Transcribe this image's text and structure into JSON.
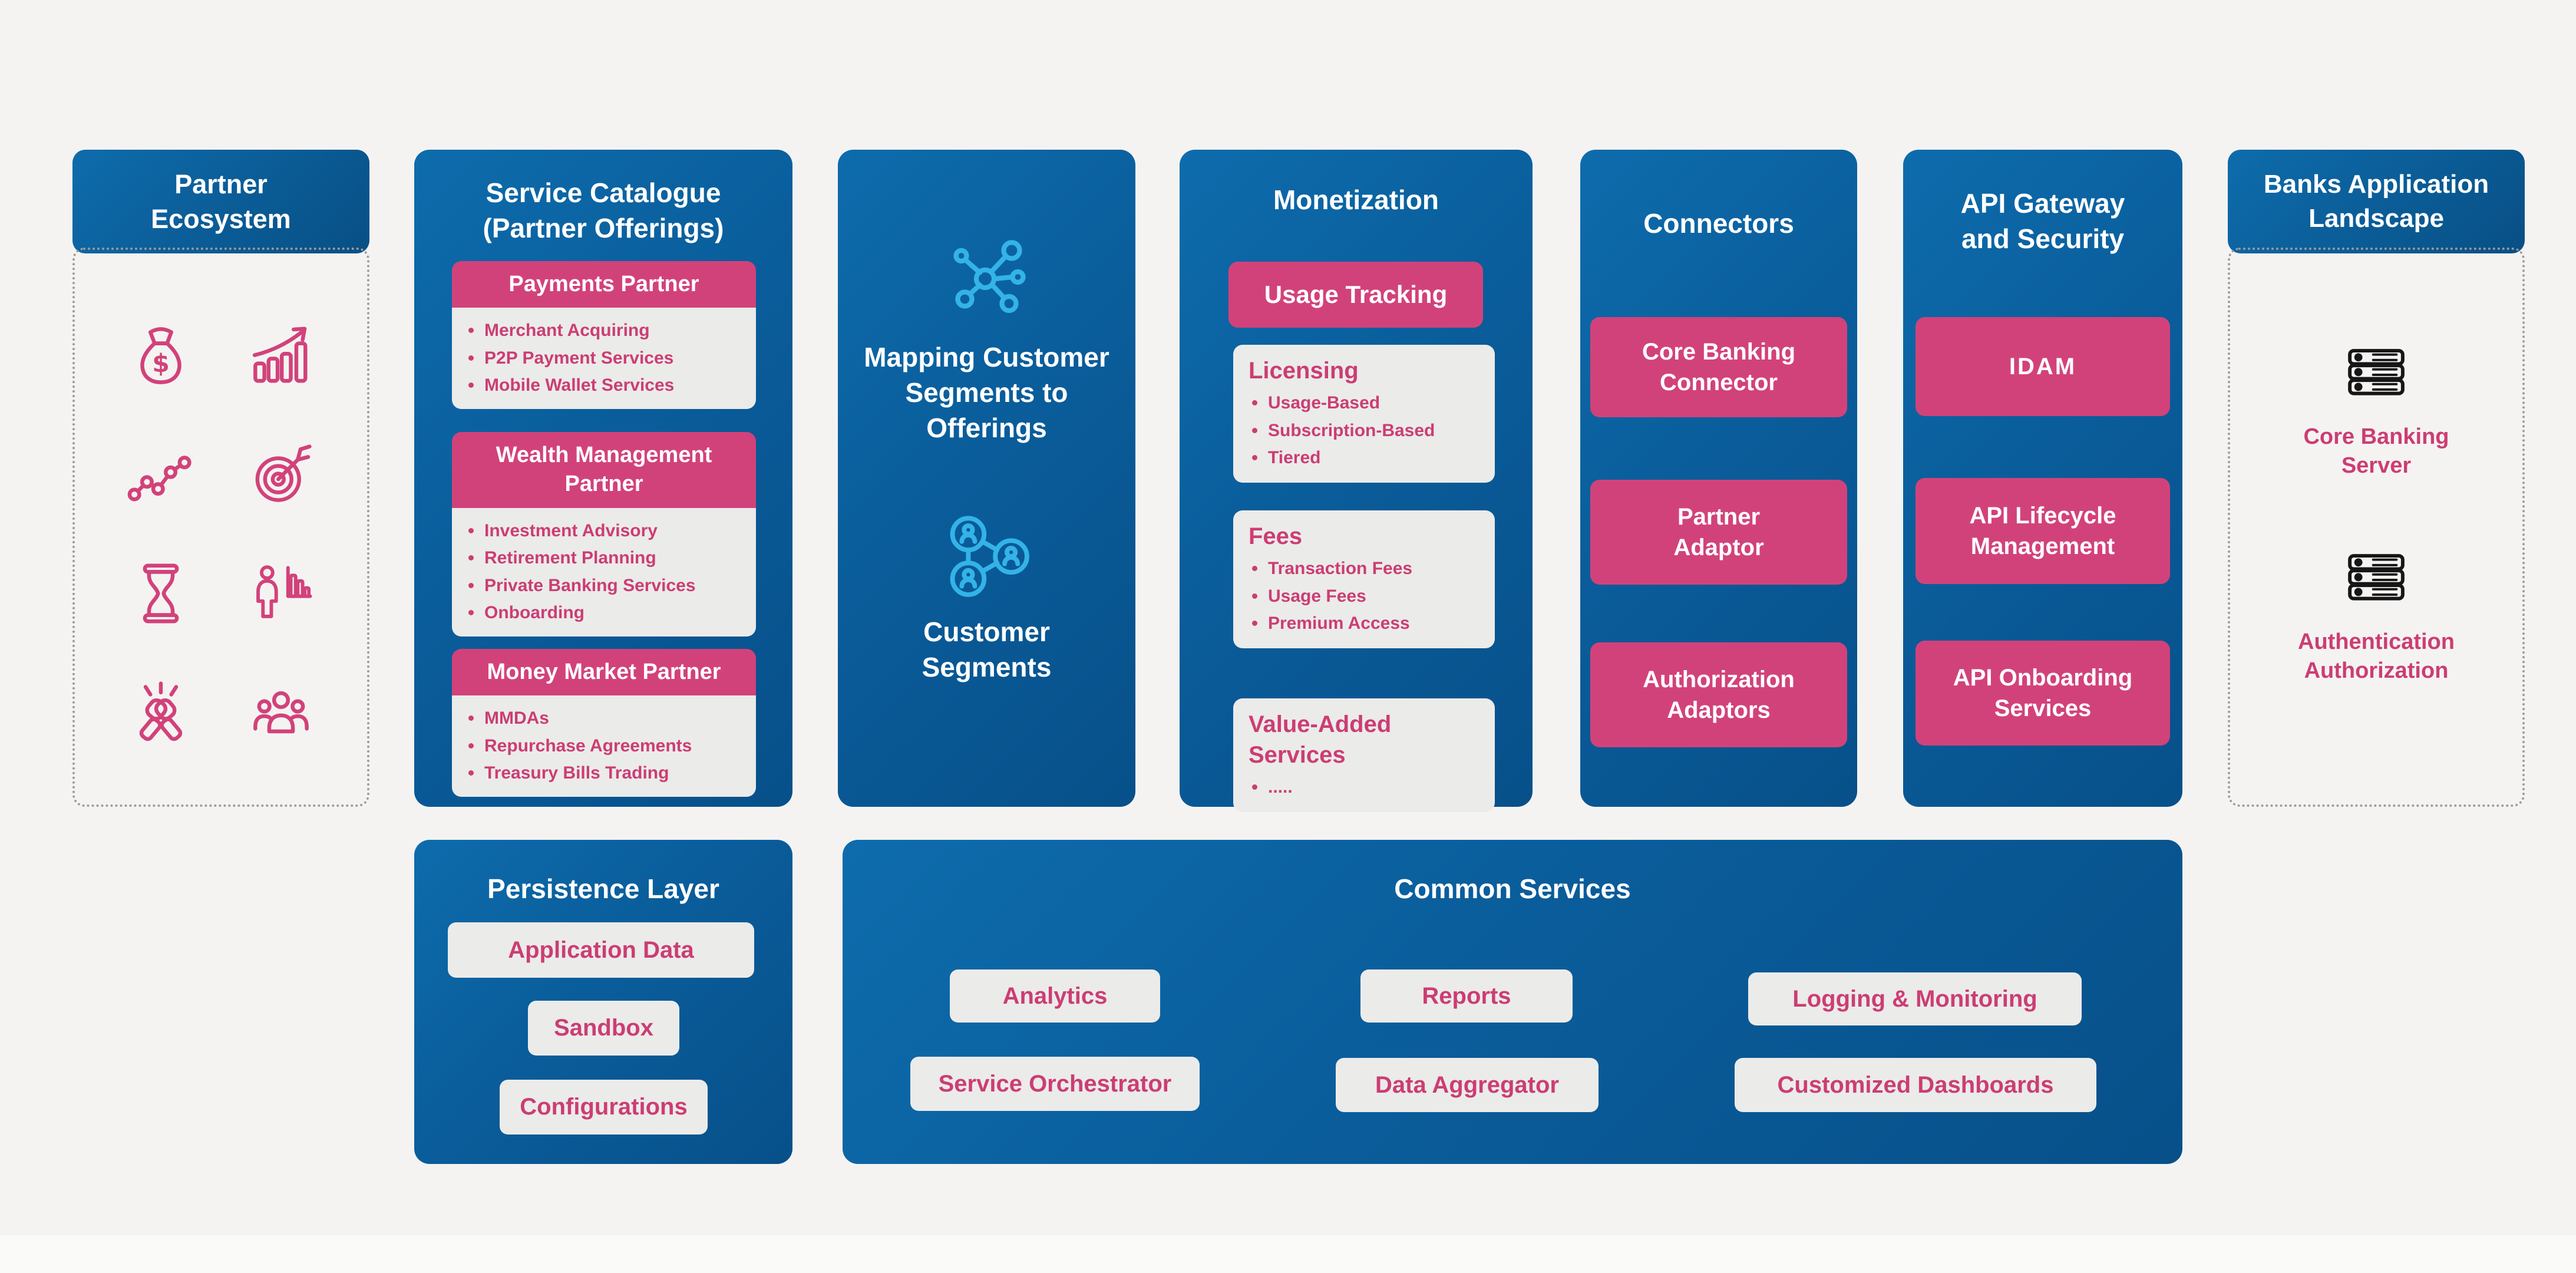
{
  "colors": {
    "panel_blue_start": "#0e6cac",
    "panel_blue_end": "#07508a",
    "pink_box": "#d2427a",
    "pink_text": "#cc3d73",
    "light_box": "#ebebea",
    "background": "#f4f3f2",
    "cyan_icon": "#33b3e8",
    "server_icon": "#161616",
    "dotted_border": "#9b9b9b"
  },
  "partner_ecosystem": {
    "title": "Partner Ecosystem",
    "icons": [
      "money-bag-icon",
      "growth-chart-icon",
      "trend-line-icon",
      "target-icon",
      "hourglass-icon",
      "presenter-chart-icon",
      "handshake-icon",
      "people-group-icon"
    ]
  },
  "service_catalogue": {
    "title": "Service Catalogue (Partner Offerings)",
    "groups": [
      {
        "header": "Payments Partner",
        "items": [
          "Merchant Acquiring",
          "P2P Payment Services",
          "Mobile Wallet Services"
        ]
      },
      {
        "header": "Wealth Management Partner",
        "items": [
          "Investment Advisory",
          "Retirement Planning",
          "Private Banking Services",
          "Onboarding"
        ]
      },
      {
        "header": "Money Market Partner",
        "items": [
          "MMDAs",
          "Repurchase Agreements",
          "Treasury Bills Trading"
        ]
      }
    ]
  },
  "mapping": {
    "icon_top": "network-icon",
    "title": "Mapping Customer Segments to Offerings",
    "icon_bottom": "customer-segments-icon",
    "subtitle": "Customer Segments"
  },
  "monetization": {
    "title": "Monetization",
    "highlight": "Usage Tracking",
    "cards": [
      {
        "header": "Licensing",
        "items": [
          "Usage-Based",
          "Subscription-Based",
          "Tiered"
        ]
      },
      {
        "header": "Fees",
        "items": [
          "Transaction Fees",
          "Usage Fees",
          "Premium Access"
        ]
      },
      {
        "header": "Value-Added Services",
        "items": [
          "....."
        ]
      }
    ]
  },
  "connectors": {
    "title": "Connectors",
    "boxes": [
      "Core Banking Connector",
      "Partner Adaptor",
      "Authorization Adaptors"
    ]
  },
  "api_gateway": {
    "title": "API Gateway and Security",
    "boxes": [
      "IDAM",
      "API Lifecycle Management",
      "API Onboarding Services"
    ]
  },
  "banks": {
    "title": "Banks Application Landscape",
    "servers": [
      {
        "icon": "server-icon",
        "label": "Core Banking Server"
      },
      {
        "icon": "server-icon",
        "label": "Authentication Authorization"
      }
    ]
  },
  "persistence": {
    "title": "Persistence Layer",
    "boxes": [
      "Application Data",
      "Sandbox",
      "Configurations"
    ]
  },
  "common_services": {
    "title": "Common Services",
    "boxes": [
      "Analytics",
      "Reports",
      "Logging & Monitoring",
      "Service Orchestrator",
      "Data Aggregator",
      "Customized Dashboards"
    ]
  }
}
